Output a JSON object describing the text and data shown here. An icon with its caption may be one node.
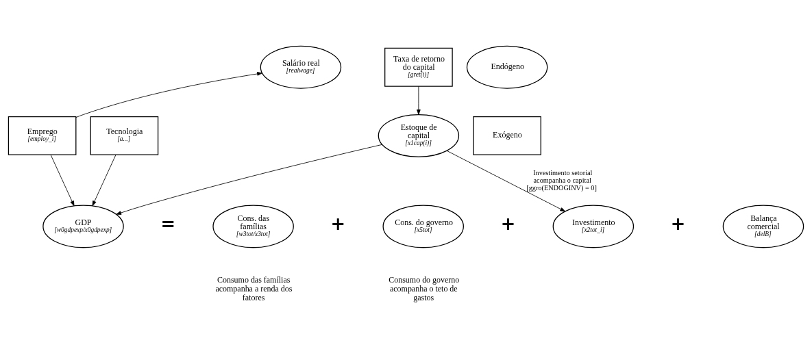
{
  "diagram": {
    "nodes": [
      {
        "text": [
          "Salário real",
          "[realwage]"
        ]
      },
      {
        "text": [
          "Taxa de retorno do capital",
          "[gret(i)]"
        ]
      },
      {
        "text": [
          "Endógeno"
        ]
      },
      {
        "text": [
          "Emprego",
          "[employ_i]"
        ]
      },
      {
        "text": [
          "Tecnologia",
          "[a...]"
        ]
      },
      {
        "text": [
          "Estoque de capital",
          "[x1cap(i)]"
        ]
      },
      {
        "text": [
          "Exógeno"
        ]
      },
      {
        "text": [
          "GDP",
          "[w0gdpexp/x0gdpexp]"
        ]
      },
      {
        "text": [
          "Cons. das famílias",
          "[w3tot/x3tot]"
        ],
        "beside": [
          "Consumo das famílias acompanha a renda dos fatores"
        ]
      },
      {
        "text": [
          "Cons. do governo",
          "[x5tot]"
        ],
        "beside": [
          "Consumo do governo acompanha o teto de gastos"
        ]
      },
      {
        "text": [
          "Investimento",
          "[x2tot_i]"
        ]
      },
      {
        "text": [
          "Balança comercial",
          "[delB]"
        ]
      }
    ],
    "edges": [
      {
        "from": 3,
        "to": 0,
        "arrow": "to"
      },
      {
        "from": 1,
        "to": 5,
        "arrow": "to"
      },
      {
        "from": 3,
        "to": 7,
        "arrow": "to"
      },
      {
        "from": 4,
        "to": 7,
        "arrow": "to"
      },
      {
        "from": 5,
        "to": 7,
        "arrow": "to"
      },
      {
        "from": 5,
        "to": 10,
        "arrow": "to",
        "label": "Investimento setorial acompanha o capital [ggro(ENDOGINV) = 0]"
      }
    ],
    "labels": [
      "=",
      "+",
      "+",
      "+"
    ]
  }
}
